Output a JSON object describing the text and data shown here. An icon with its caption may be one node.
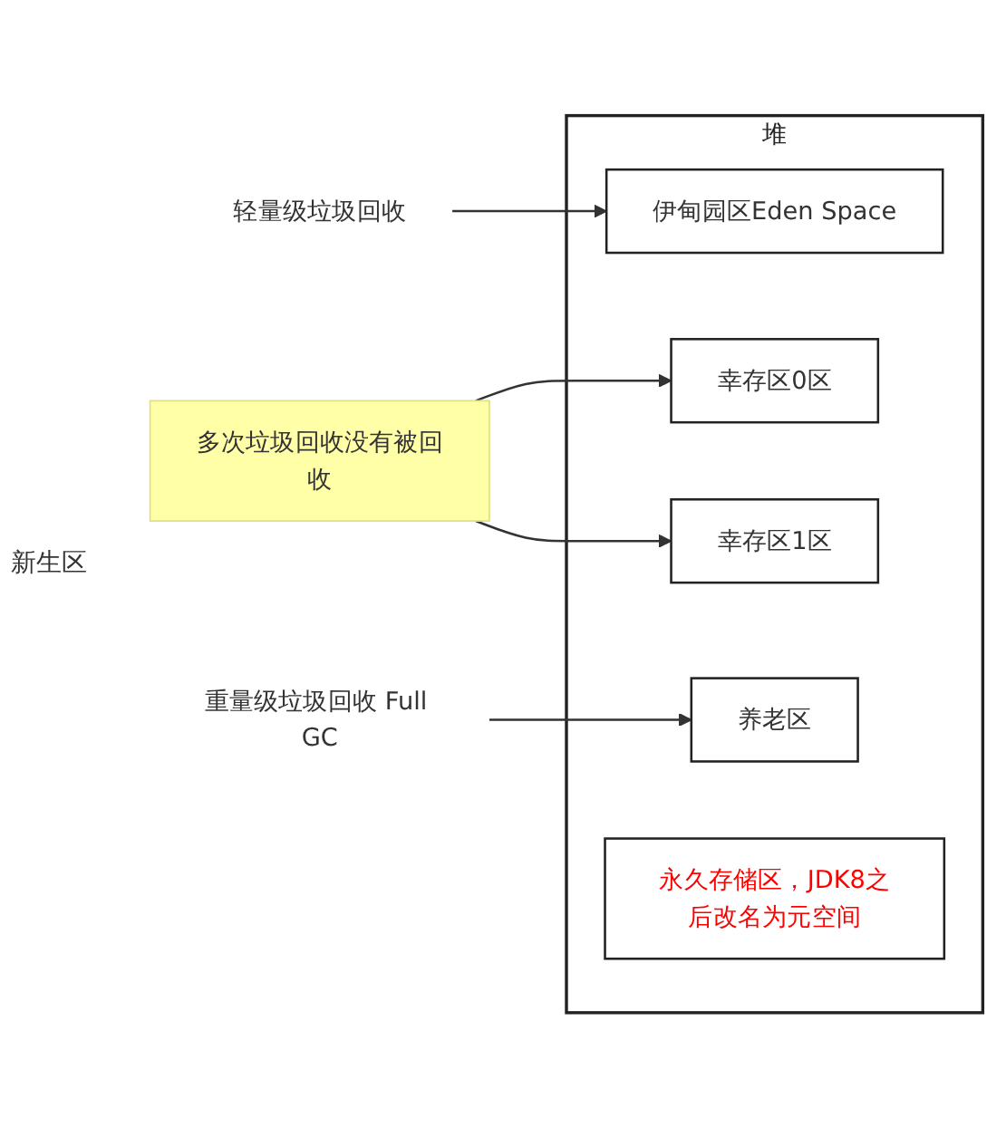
{
  "diagram": {
    "nodes": [
      {
        "text": [
          "堆"
        ]
      },
      {
        "text": [
          "伊甸园区Eden Space"
        ],
        "in": 0
      },
      {
        "text": [
          "幸存区0区"
        ],
        "in": 0
      },
      {
        "text": [
          "幸存区1区"
        ],
        "in": 0
      },
      {
        "text": [
          "养老区"
        ],
        "in": 0
      },
      {
        "text": [
          "永久存储区，JDK8之后改名为元空间"
        ],
        "in": 0
      },
      {
        "text": [
          "轻量级垃圾回收"
        ]
      },
      {
        "text": [
          "重量级垃圾回收 Full GC"
        ]
      },
      {
        "text": [
          "多次垃圾回收没有被回收"
        ]
      }
    ],
    "edges": [
      {
        "from": 6,
        "to": 1,
        "arrow": "to"
      },
      {
        "from": 7,
        "to": 4,
        "arrow": "to"
      },
      {
        "from": 8,
        "to": 2,
        "arrow": "to"
      },
      {
        "from": 8,
        "to": 3,
        "arrow": "to"
      }
    ],
    "labels": [
      "新生区"
    ]
  }
}
